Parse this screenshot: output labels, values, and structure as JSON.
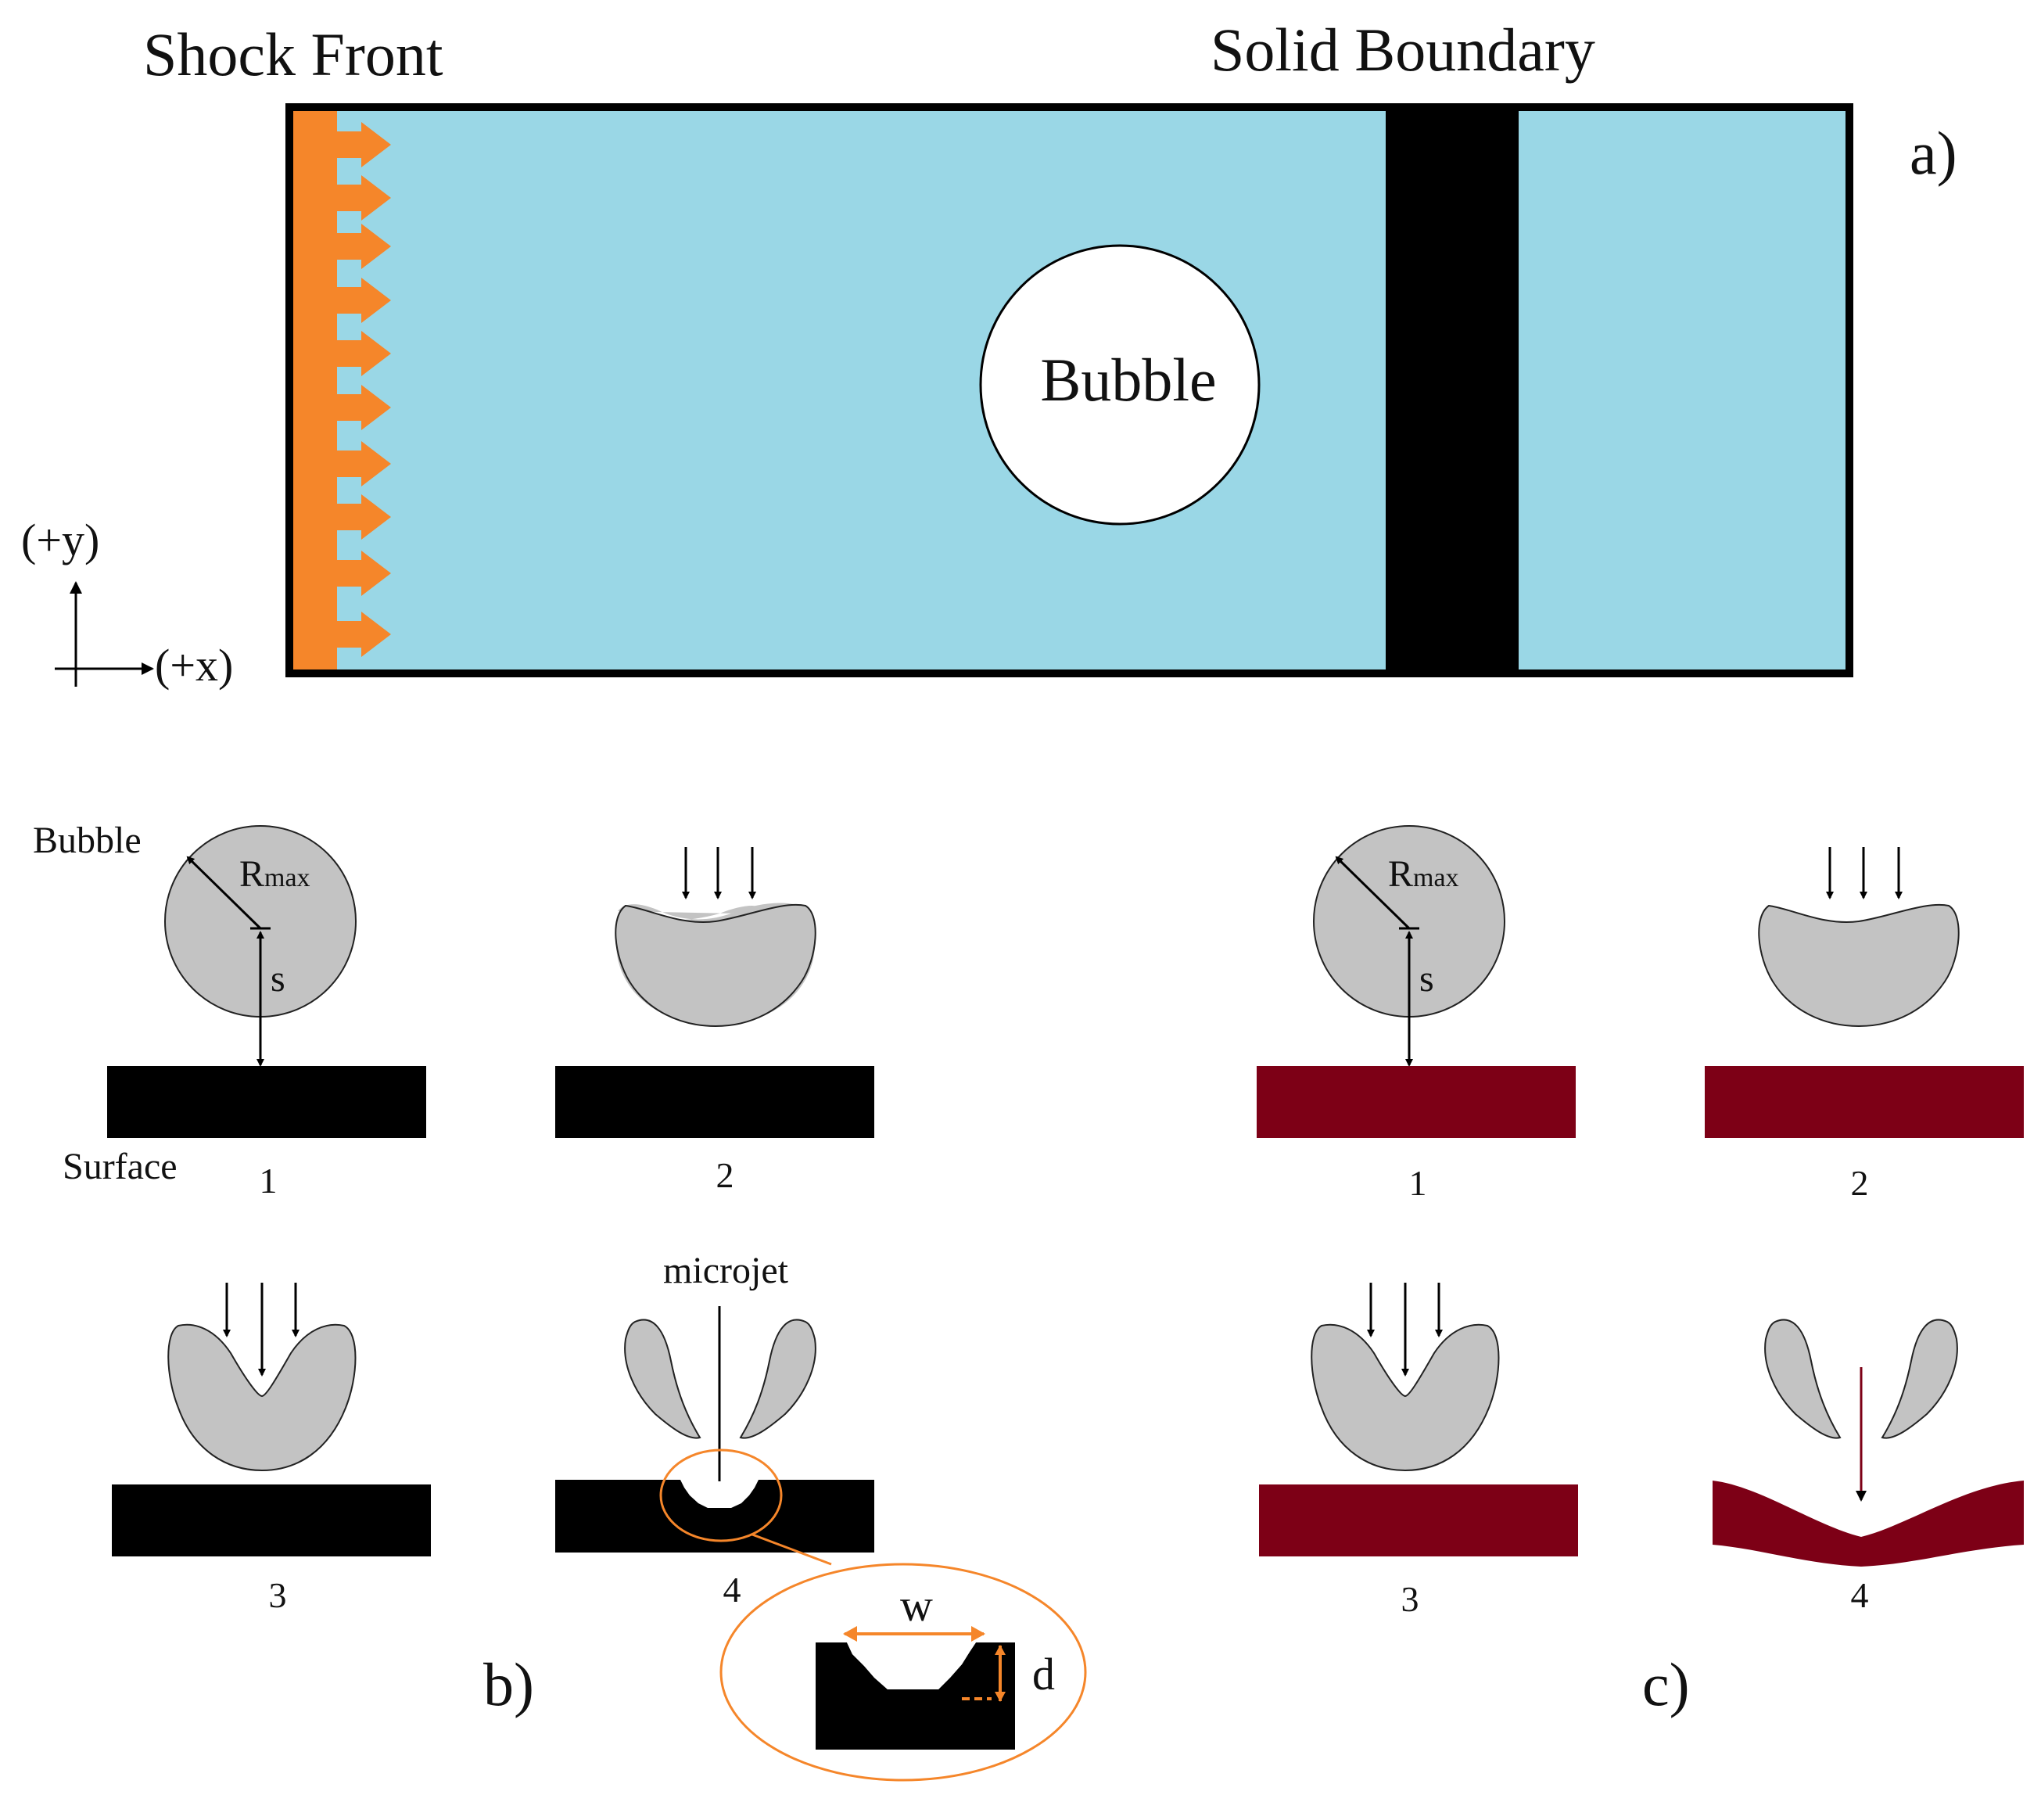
{
  "panel_a": {
    "label": "a)",
    "shock_front_label": "Shock Front",
    "solid_boundary_label": "Solid Boundary",
    "bubble_label": "Bubble",
    "axis_y_label": "(+y)",
    "axis_x_label": "(+x)"
  },
  "panel_b": {
    "label": "b)",
    "bubble_label": "Bubble",
    "radius_label_main": "R",
    "radius_label_sub": "max",
    "distance_label": "s",
    "surface_label": "Surface",
    "step_labels": [
      "1",
      "2",
      "3",
      "4"
    ],
    "microjet_label": "microjet",
    "width_label": "w",
    "depth_label": "d"
  },
  "panel_c": {
    "label": "c)",
    "radius_label_main": "R",
    "radius_label_sub": "max",
    "distance_label": "s",
    "step_labels": [
      "1",
      "2",
      "3",
      "4"
    ]
  },
  "colors": {
    "water": "#9ad7e6",
    "shock": "#f5862a",
    "solid": "#000000",
    "bubble_gray": "#c3c3c3",
    "deformable_surface": "#7d0016",
    "zoom_outline": "#f5862a"
  }
}
